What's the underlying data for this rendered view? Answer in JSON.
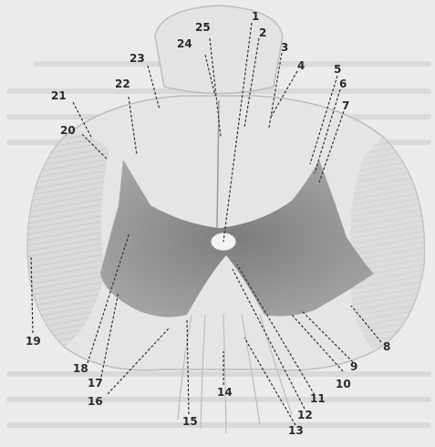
{
  "figure": {
    "type": "anatomical-cross-section",
    "callouts": [
      "1",
      "2",
      "3",
      "4",
      "5",
      "6",
      "7",
      "8",
      "9",
      "10",
      "11",
      "12",
      "13",
      "14",
      "15",
      "16",
      "17",
      "18",
      "19",
      "20",
      "21",
      "22",
      "23",
      "24",
      "25"
    ]
  }
}
